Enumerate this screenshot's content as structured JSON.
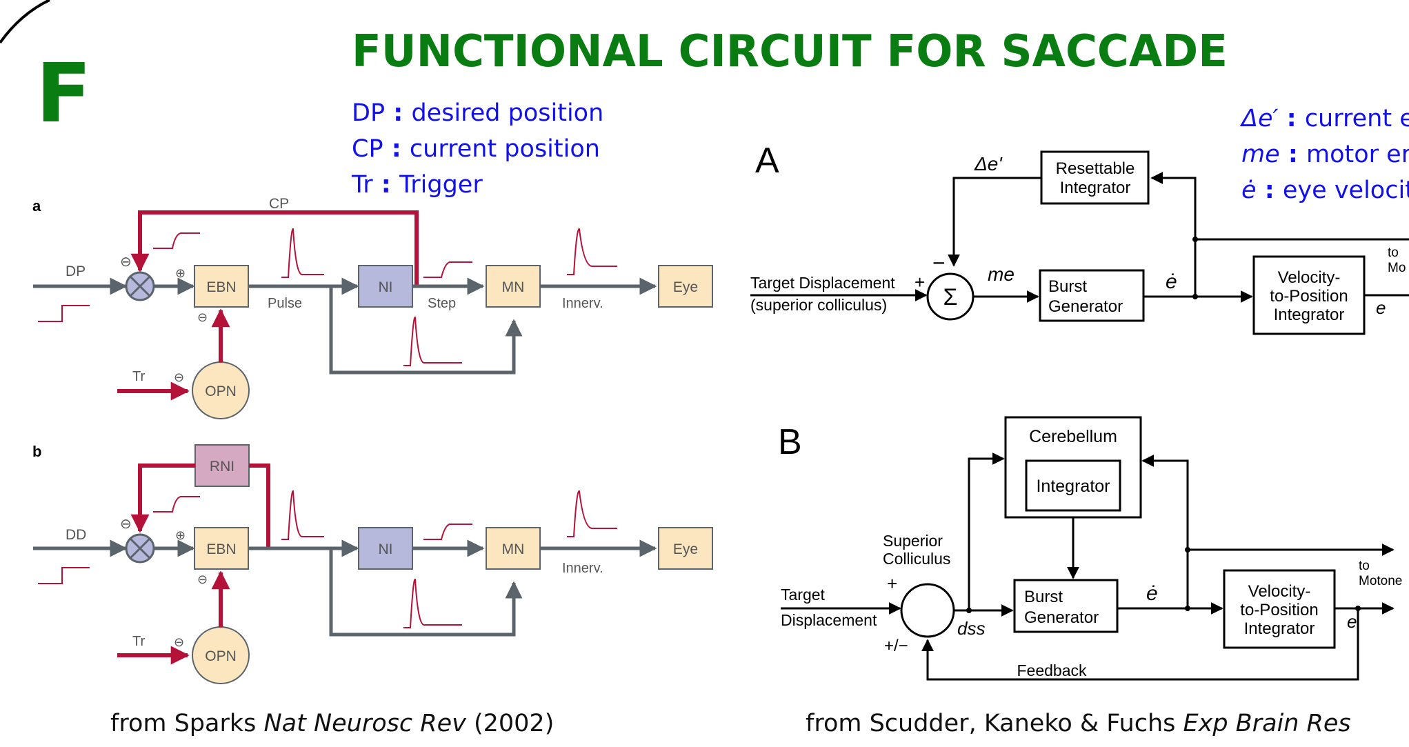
{
  "slide": {
    "letter": "F",
    "title": "FUNCTIONAL CIRCUIT FOR SACCADE",
    "legend_left": [
      {
        "abbr": "DP",
        "sep": " : ",
        "desc": "desired position"
      },
      {
        "abbr": "CP",
        "sep": " : ",
        "desc": "current position"
      },
      {
        "abbr": "Tr",
        "sep": " : ",
        "desc": "Trigger"
      }
    ],
    "legend_right": [
      {
        "abbr": "Δe′",
        "sep": " : ",
        "desc": "current e"
      },
      {
        "abbr": "me",
        "sep": " : ",
        "desc": "motor err"
      },
      {
        "abbr": "ė",
        "sep": " : ",
        "desc": "eye velocity"
      }
    ],
    "caption_left": {
      "pre": "from Sparks ",
      "journal": "Nat Neurosc Rev",
      "post": " (2002)"
    },
    "caption_right": {
      "pre": "from Scudder, Kaneko & Fuchs ",
      "journal": "Exp Brain Res"
    }
  },
  "sparks": {
    "a": {
      "panel": "a",
      "input": "DP",
      "feedback": "CP",
      "trigger": "Tr",
      "minus": "⊖",
      "plus": "⊕",
      "ebn": "EBN",
      "pulse": "Pulse",
      "ni": "NI",
      "step": "Step",
      "mn": "MN",
      "innerv": "Innerv.",
      "eye": "Eye",
      "opn": "OPN"
    },
    "b": {
      "panel": "b",
      "input": "DD",
      "rni": "RNI",
      "trigger": "Tr",
      "minus": "⊖",
      "plus": "⊕",
      "ebn": "EBN",
      "ni": "NI",
      "mn": "MN",
      "innerv": "Innerv.",
      "eye": "Eye",
      "opn": "OPN"
    }
  },
  "scudder": {
    "A": {
      "panel": "A",
      "resettable_1": "Resettable",
      "resettable_2": "Integrator",
      "delta_e": "Δe'",
      "target_1": "Target Displacement",
      "target_2": "(superior colliculus)",
      "plus": "+",
      "minus": "−",
      "sigma": "Σ",
      "me": "me",
      "burst_1": "Burst",
      "burst_2": "Generator",
      "edot": "ė",
      "vel_1": "Velocity-",
      "vel_2": "to-Position",
      "vel_3": "Integrator",
      "e": "e",
      "to_1": "to",
      "to_2": "Mo"
    },
    "B": {
      "panel": "B",
      "cerebellum": "Cerebellum",
      "integrator": "Integrator",
      "sc_1": "Superior",
      "sc_2": "Colliculus",
      "target_1": "Target",
      "target_2": "Displacement",
      "plus": "+",
      "plusminus": "+/−",
      "dss": "dss",
      "burst_1": "Burst",
      "burst_2": "Generator",
      "edot": "ė",
      "vel_1": "Velocity-",
      "vel_2": "to-Position",
      "vel_3": "Integrator",
      "e": "e",
      "feedback": "Feedback",
      "to_1": "to",
      "to_2": "Motone"
    }
  },
  "colors": {
    "title_green": "#0a7d12",
    "legend_blue": "#1212e8",
    "feedback_red": "#b5123a",
    "line_gray": "#5b636b",
    "block_cream": "#fbe6c0",
    "ni_lavender": "#b7b9dc",
    "rni_pink": "#d6a9c2"
  }
}
